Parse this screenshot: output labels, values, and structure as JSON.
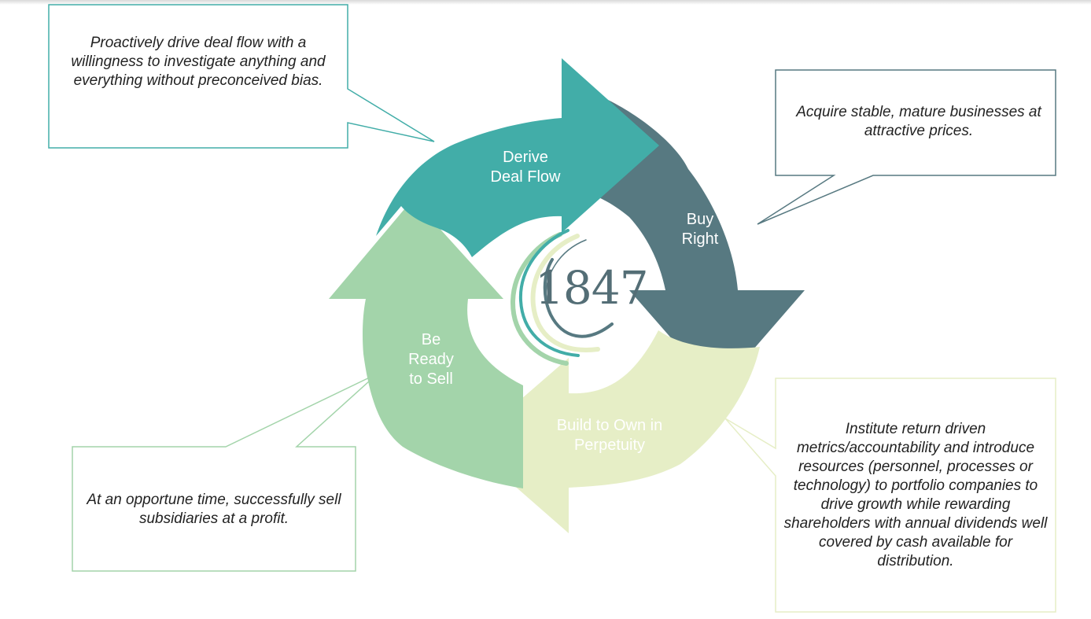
{
  "colors": {
    "teal": "#42ada8",
    "slate": "#577981",
    "pale_yellow": "#e6eec6",
    "sage": "#a3d4aa",
    "logo_text": "#546e76"
  },
  "stages": {
    "derive": "Derive\nDeal Flow",
    "buy": "Buy\nRight",
    "build": "Build to Own in\nPerpetuity",
    "sell": "Be\nReady\nto Sell"
  },
  "logo": {
    "text": "1847"
  },
  "callouts": {
    "derive": "Proactively drive deal flow with a willingness to investigate anything and everything without preconceived bias.",
    "buy": "Acquire stable, mature businesses at attractive prices.",
    "build": "Institute return driven metrics/accountability and introduce resources (personnel,  processes or technology) to portfolio companies to drive growth while rewarding  shareholders with annual dividends well covered by cash available for distribution.",
    "sell": "At an opportune time, successfully sell subsidiaries at a profit."
  }
}
